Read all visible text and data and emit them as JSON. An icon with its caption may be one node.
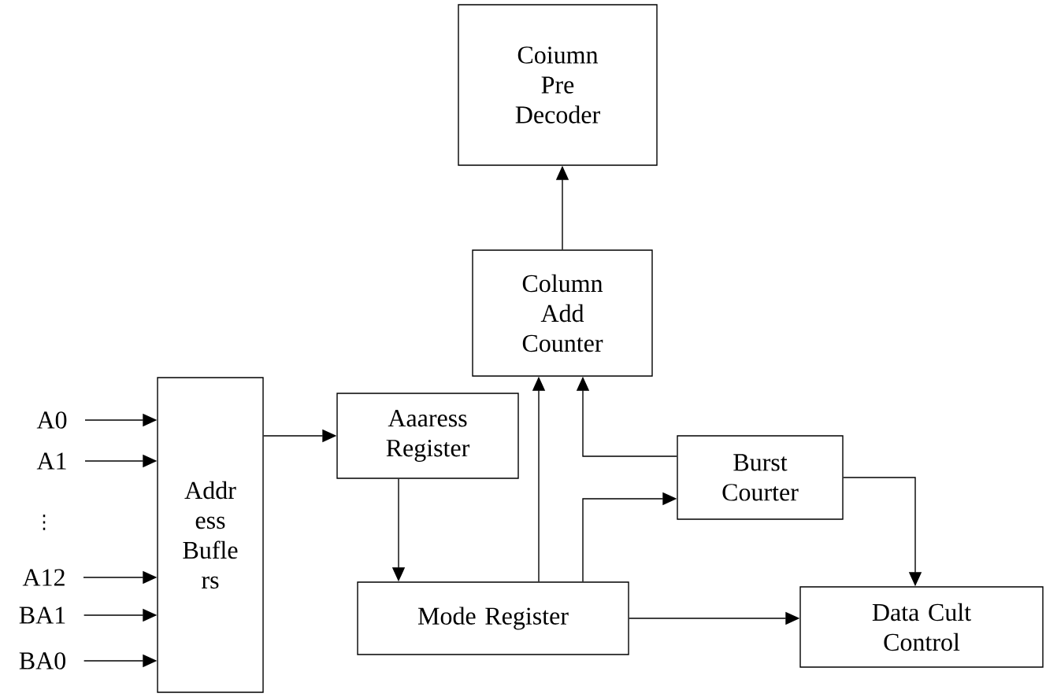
{
  "diagram": {
    "nodes": [
      {
        "text": [
          "Coiumn Pre Decoder"
        ]
      },
      {
        "text": [
          "Column Add Counter"
        ]
      },
      {
        "text": [
          "A0"
        ]
      },
      {
        "text": [
          "A1"
        ]
      },
      {
        "text": [
          "Addr ess Bufle rs"
        ]
      },
      {
        "text": [
          "Aaaress Register"
        ]
      },
      {
        "text": [
          "Burst Courter"
        ]
      },
      {
        "text": [
          "A12"
        ]
      },
      {
        "text": [
          "BA1"
        ]
      },
      {
        "text": [
          "Mode Register"
        ]
      },
      {
        "text": [
          "BA0"
        ]
      },
      {
        "text": [
          "Data Cult Control"
        ]
      }
    ],
    "edges": [
      {
        "from": 1,
        "to": 0,
        "arrow": "to"
      },
      {
        "from": 2,
        "to": 4,
        "arrow": "to"
      },
      {
        "from": 3,
        "to": 4,
        "arrow": "to"
      },
      {
        "from": 7,
        "to": 4,
        "arrow": "to"
      },
      {
        "from": 8,
        "to": 4,
        "arrow": "to"
      },
      {
        "from": 10,
        "to": 4,
        "arrow": "to"
      },
      {
        "from": 4,
        "to": 5,
        "arrow": "to"
      },
      {
        "from": 5,
        "to": 9,
        "arrow": "to"
      },
      {
        "from": 9,
        "to": 1,
        "arrow": "to"
      },
      {
        "from": 9,
        "to": 6,
        "arrow": "to"
      },
      {
        "from": 6,
        "to": 1,
        "arrow": "to"
      },
      {
        "from": 6,
        "to": 11,
        "arrow": "to"
      },
      {
        "from": 9,
        "to": 11,
        "arrow": "to"
      }
    ],
    "labels": [
      "⋮"
    ]
  }
}
